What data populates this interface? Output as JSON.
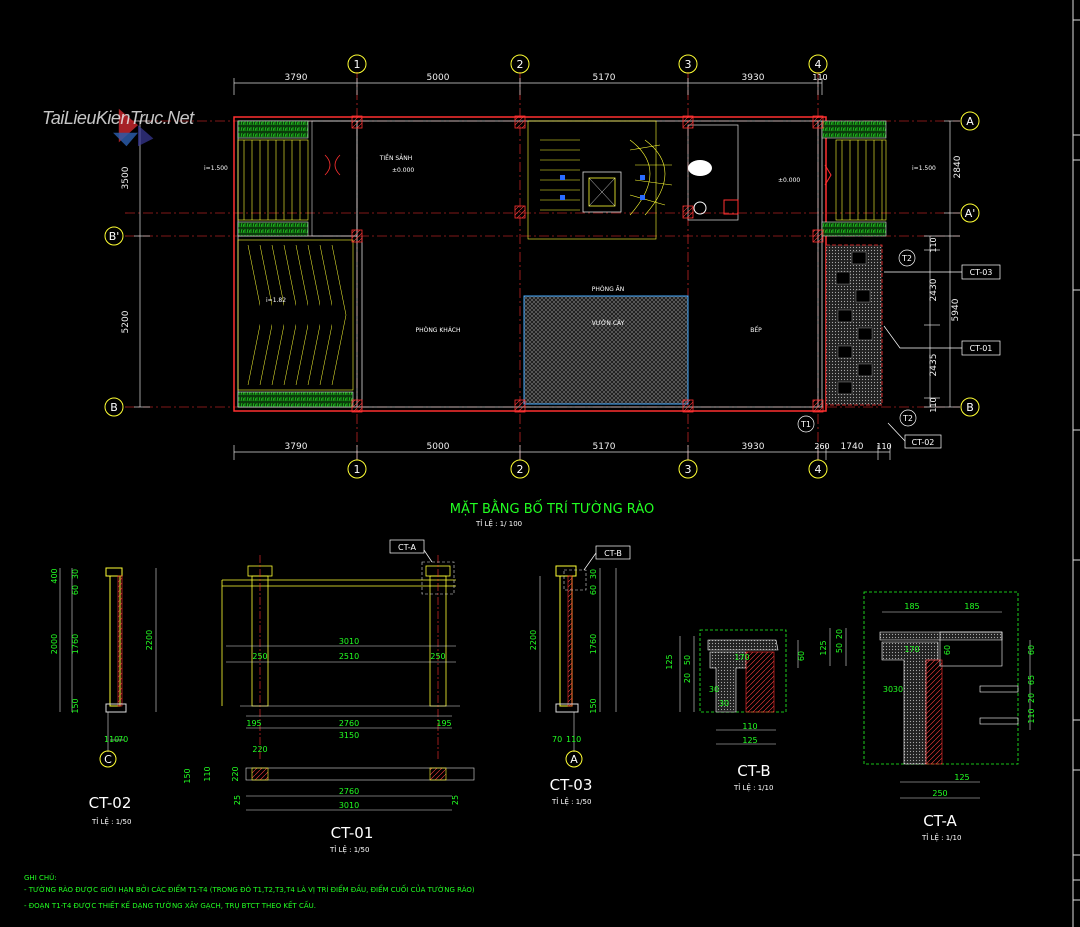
{
  "watermark": "TaiLieuKienTruc.Net",
  "plan": {
    "title": "MẶT BẰNG BỐ TRÍ TƯỜNG RÀO",
    "scale": "TỈ LỆ : 1/ 100",
    "top_dims": [
      "3790",
      "5000",
      "5170",
      "3930",
      "110"
    ],
    "bottom_dims": [
      "3790",
      "5000",
      "5170",
      "3930",
      "260",
      "1740",
      "110"
    ],
    "left_dims": [
      "3500",
      "5200"
    ],
    "right_dims": [
      "2840",
      "5940",
      "2430",
      "2435",
      "110",
      "110"
    ],
    "grid_cols": [
      "1",
      "2",
      "3",
      "4"
    ],
    "grid_rows": [
      "A",
      "A'",
      "B'",
      "B"
    ],
    "rooms": {
      "tien_sanh": "TIỀN SẢNH",
      "phong_khach": "PHÒNG KHÁCH",
      "phong_an": "PHÒNG ĂN",
      "vuon_cay": "VƯỜN CÂY",
      "bep": "BẾP"
    },
    "levels": [
      "±0.000",
      "±0.000"
    ],
    "slopes": [
      "i=1.500",
      "i=1.500",
      "i=1.82"
    ],
    "callouts": [
      "CT-03",
      "CT-01",
      "CT-02"
    ],
    "points": [
      "T1",
      "T2",
      "T2"
    ]
  },
  "ct02": {
    "title": "CT-02",
    "scale": "TỈ LỆ : 1/50",
    "dims": [
      "400",
      "30",
      "60",
      "2000",
      "1760",
      "2200",
      "150"
    ],
    "bottom": [
      "110",
      "70"
    ],
    "axis": "C"
  },
  "ct01": {
    "title": "CT-01",
    "scale": "TỈ LỆ : 1/50",
    "callout": "CT-A",
    "dims": [
      "3010",
      "250",
      "2510",
      "250",
      "195",
      "2760",
      "195",
      "3150",
      "220",
      "2760",
      "3010",
      "150",
      "110",
      "220",
      "25",
      "25"
    ]
  },
  "ct03": {
    "title": "CT-03",
    "scale": "TỈ LỆ : 1/50",
    "callout": "CT-B",
    "dims": [
      "30",
      "60",
      "2200",
      "1760",
      "150"
    ],
    "bottom": [
      "70",
      "110"
    ],
    "axis": "A"
  },
  "ctb": {
    "title": "CT-B",
    "scale": "TỈ LỆ : 1/10",
    "dims": [
      "125",
      "50",
      "20",
      "170",
      "60",
      "30",
      "30",
      "110",
      "125"
    ]
  },
  "cta": {
    "title": "CT-A",
    "scale": "TỈ LỆ : 1/10",
    "dims": [
      "185",
      "185",
      "125",
      "50",
      "20",
      "170",
      "60",
      "30",
      "30",
      "60",
      "65",
      "20",
      "110",
      "125",
      "250"
    ]
  },
  "notes": {
    "heading": "GHI CHÚ:",
    "line1": "- TƯỜNG RÀO ĐƯỢC GIỚI HẠN BỞI CÁC ĐIỂM T1-T4 (TRONG ĐÓ T1,T2,T3,T4 LÀ VỊ TRÍ ĐIỂM ĐẦU, ĐIỂM CUỐI CỦA TƯỜNG RÀO)",
    "line2": "- ĐOẠN T1-T4 ĐƯỢC THIẾT KẾ DẠNG TƯỜNG XÂY GẠCH, TRỤ BTCT THEO KẾT CẤU."
  }
}
